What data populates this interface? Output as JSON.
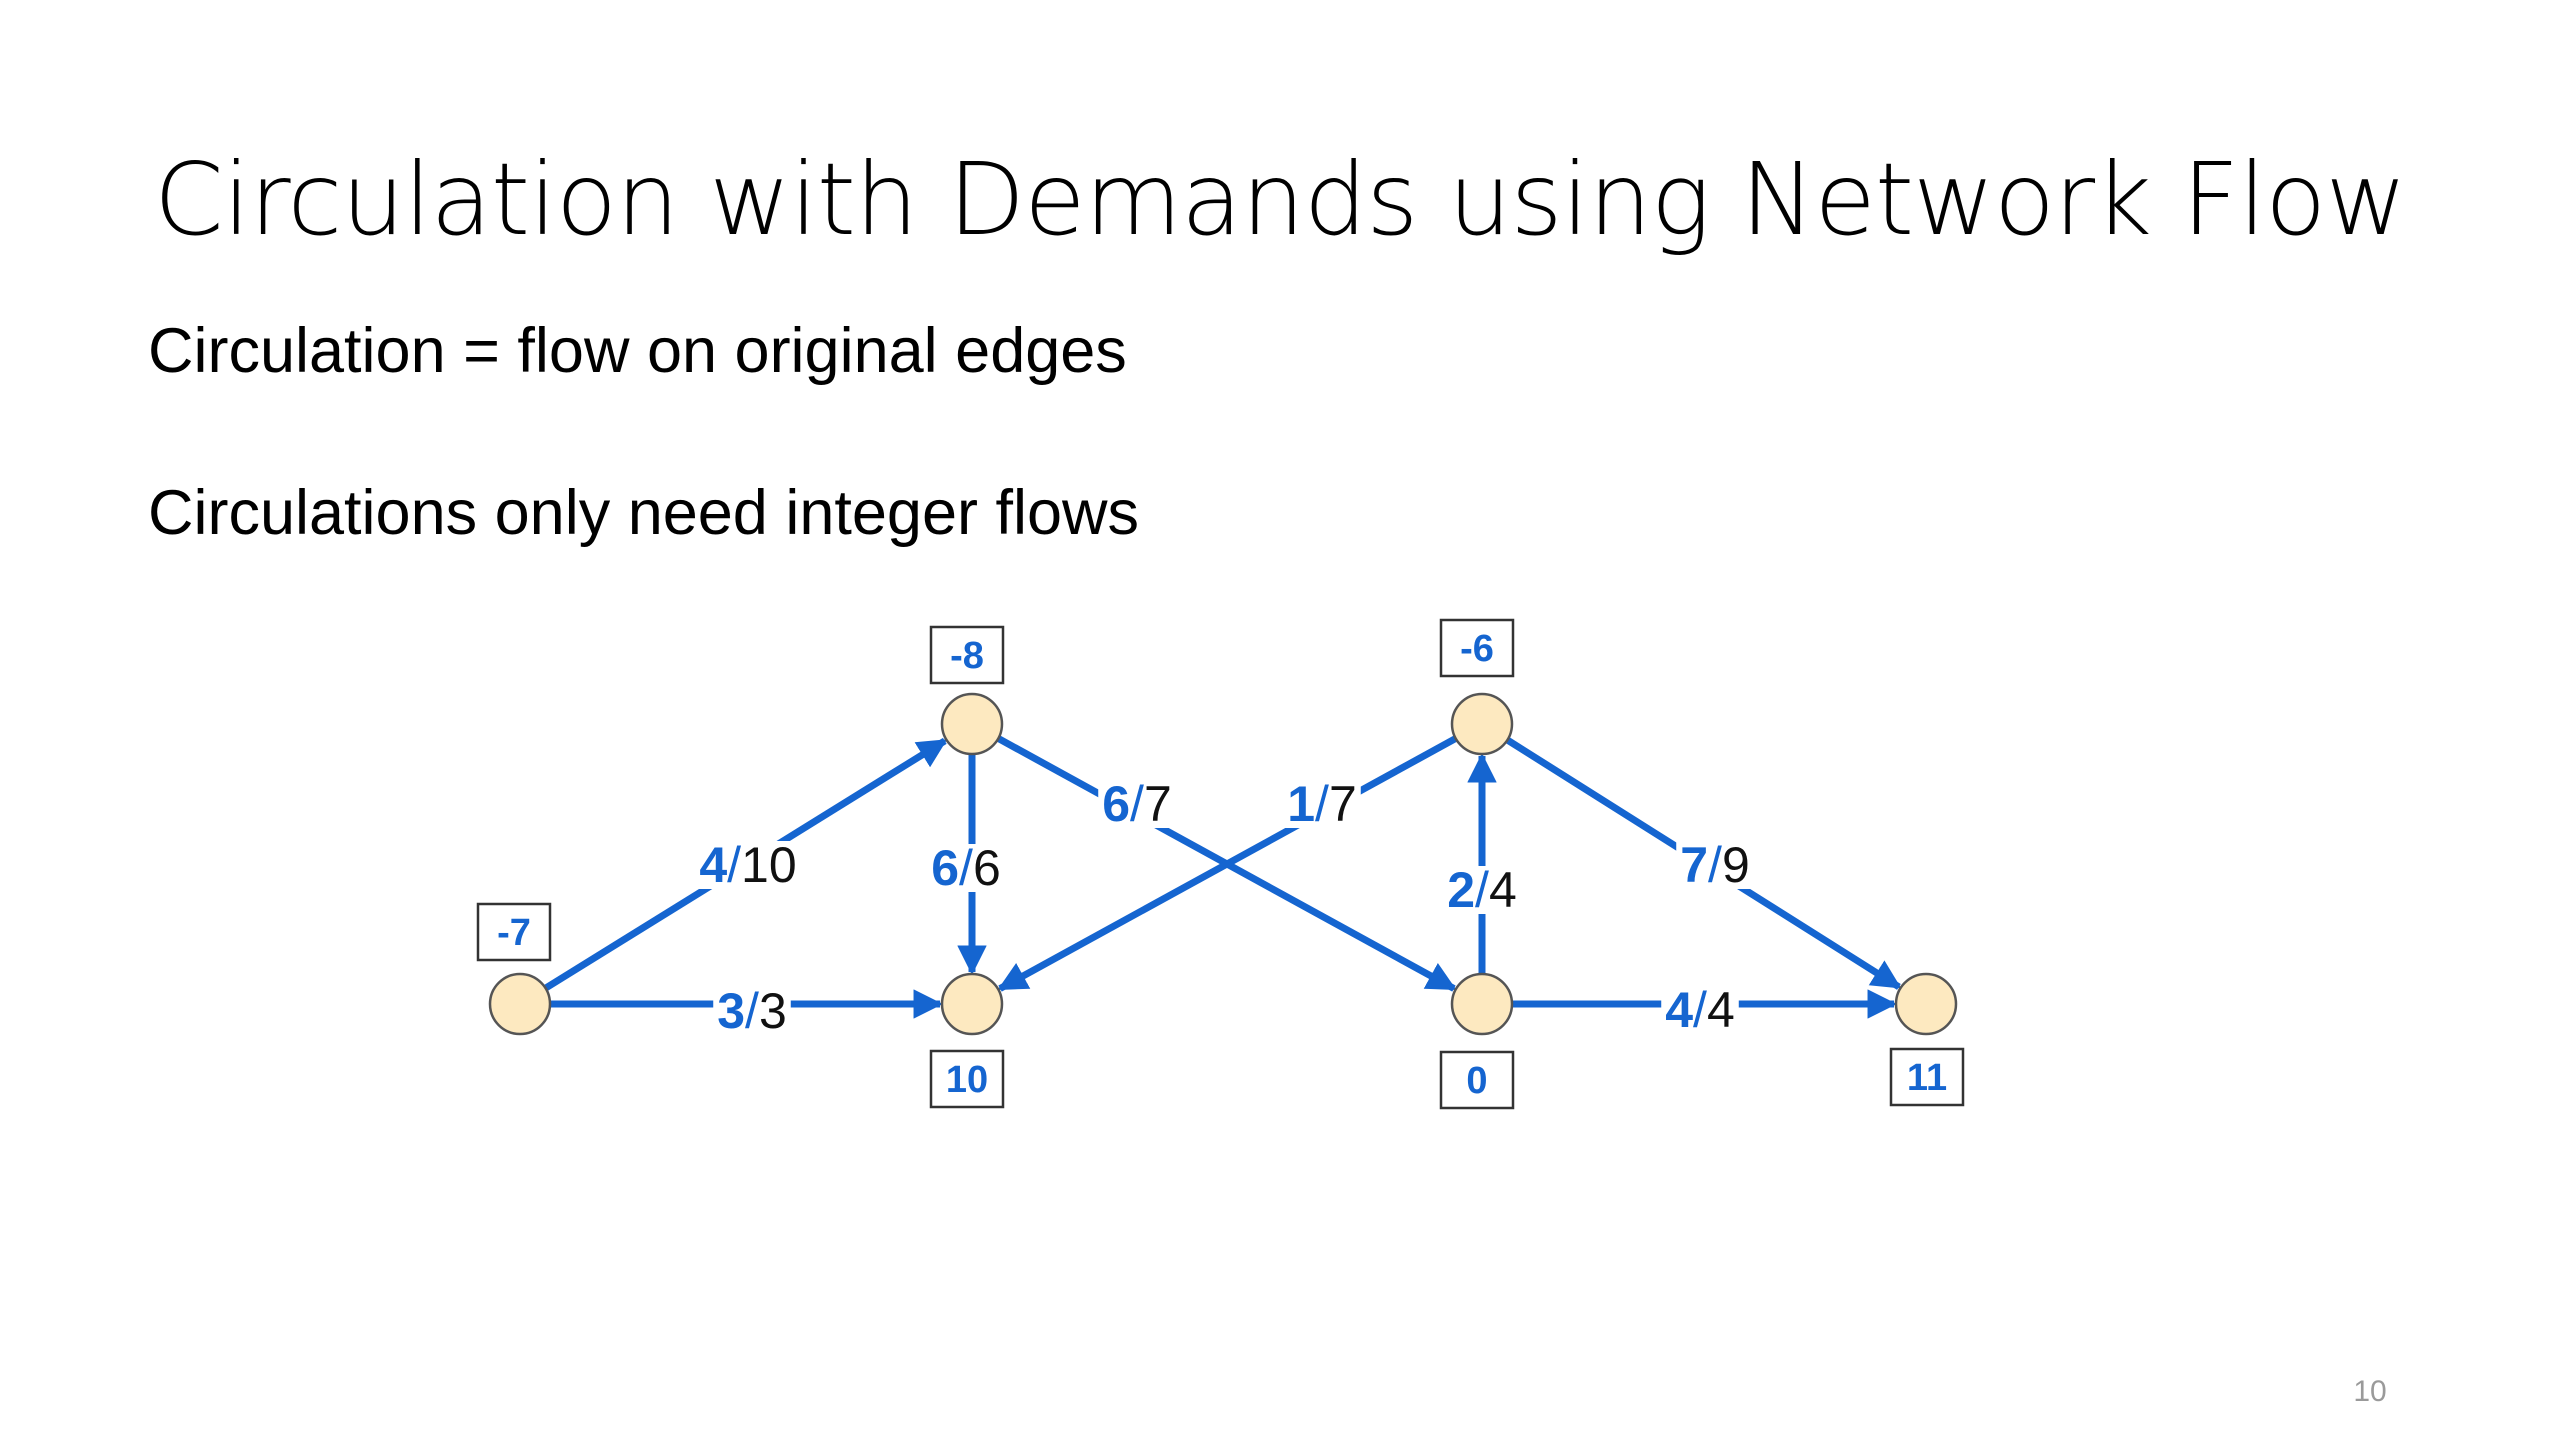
{
  "slide": {
    "title": "Circulation with Demands using Network Flow",
    "line1": "Circulation = flow on original edges",
    "line2": "Circulations only need integer flows",
    "page_number": "10"
  },
  "colors": {
    "edge": "#1565d0",
    "node_fill": "#fde9c0",
    "flow_text": "#1565d0",
    "capacity_text": "#111111"
  },
  "graph": {
    "nodes": [
      {
        "id": "a",
        "demand": "-7"
      },
      {
        "id": "b",
        "demand": "-8"
      },
      {
        "id": "c",
        "demand": "10"
      },
      {
        "id": "d",
        "demand": "-6"
      },
      {
        "id": "e",
        "demand": "0"
      },
      {
        "id": "f",
        "demand": "11"
      }
    ],
    "edges": [
      {
        "from": "a",
        "to": "b",
        "flow": "4",
        "capacity": "10"
      },
      {
        "from": "a",
        "to": "c",
        "flow": "3",
        "capacity": "3"
      },
      {
        "from": "b",
        "to": "c",
        "flow": "6",
        "capacity": "6"
      },
      {
        "from": "b",
        "to": "e",
        "flow": "6",
        "capacity": "7"
      },
      {
        "from": "d",
        "to": "c",
        "flow": "1",
        "capacity": "7"
      },
      {
        "from": "e",
        "to": "d",
        "flow": "2",
        "capacity": "4"
      },
      {
        "from": "d",
        "to": "f",
        "flow": "7",
        "capacity": "9"
      },
      {
        "from": "e",
        "to": "f",
        "flow": "4",
        "capacity": "4"
      }
    ]
  }
}
